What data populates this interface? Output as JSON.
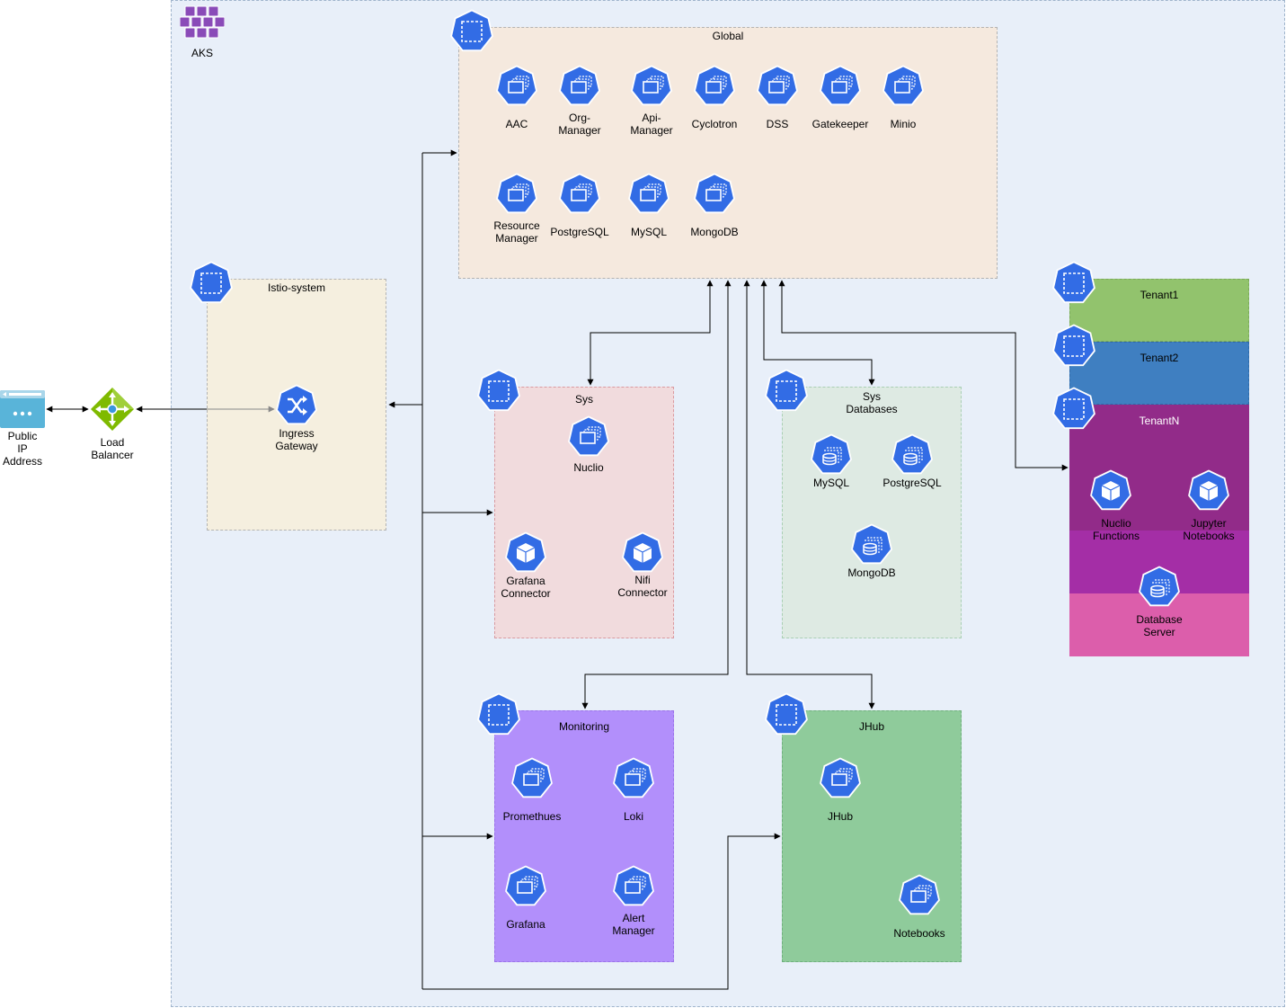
{
  "aks": {
    "label": "AKS"
  },
  "edge": {
    "public_ip": {
      "label": "Public\nIP\nAddress"
    },
    "load_balancer": {
      "label": "Load\nBalancer"
    }
  },
  "istio": {
    "title": "Istio-system",
    "ingress_label": "Ingress\nGateway"
  },
  "global": {
    "title": "Global",
    "row1": [
      "AAC",
      "Org-\nManager",
      "Api-\nManager",
      "Cyclotron",
      "DSS",
      "Gatekeeper",
      "Minio"
    ],
    "row2": [
      "Resource\nManager",
      "PostgreSQL",
      "MySQL",
      "MongoDB"
    ]
  },
  "sys": {
    "title": "Sys",
    "nuclio": "Nuclio",
    "grafana_connector": "Grafana\nConnector",
    "nifi_connector": "Nifi\nConnector"
  },
  "sysdb": {
    "title": "Sys\nDatabases",
    "mysql": "MySQL",
    "postgresql": "PostgreSQL",
    "mongodb": "MongoDB"
  },
  "monitoring": {
    "title": "Monitoring",
    "prometheus": "Promethues",
    "loki": "Loki",
    "grafana": "Grafana",
    "alert_manager": "Alert\nManager"
  },
  "jhub": {
    "title": "JHub",
    "jhub": "JHub",
    "notebooks": "Notebooks"
  },
  "tenants": {
    "tenant1": "Tenant1",
    "tenant2": "Tenant2",
    "tenantn": "TenantN",
    "nuclio_functions": "Nuclio\nFunctions",
    "jupyter_notebooks": "Jupyter\nNotebooks",
    "database_server": "Database\nServer"
  },
  "colors": {
    "aks_bg": "#e8eff9",
    "global_bg": "#f5e9de",
    "istio_bg": "#f5efdf",
    "sys_bg": "#f1dbdd",
    "sysdb_bg": "#deeae3",
    "monitoring_bg": "#b28ffb",
    "jhub_bg": "#8fcb9b",
    "tenant1_bg": "#92c36d",
    "tenant2_bg": "#3f7fc1",
    "tenantn_bg": "#922b89",
    "tenant_db_band_bg": "#a42ea6",
    "tenant_db_bg": "#dc5eab",
    "k8s_blue": "#326ce5"
  }
}
